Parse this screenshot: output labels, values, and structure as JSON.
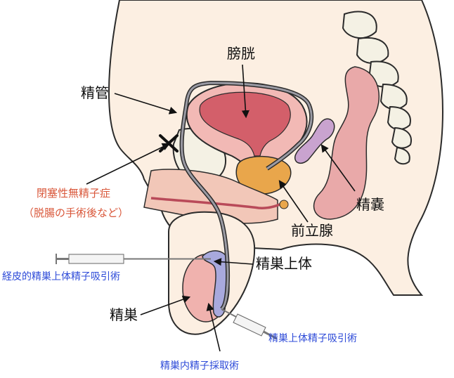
{
  "labels": {
    "bladder": "膀胱",
    "vas_deferens": "精管",
    "seminal_vesicle": "精嚢",
    "prostate": "前立腺",
    "epididymis": "精巣上体",
    "testis": "精巣",
    "obstruction_title": "閉塞性無精子症",
    "obstruction_causes": "（脱腸の手術後など）",
    "pesa": "経皮的精巣上体精子吸引術",
    "mesa": "精巣上体精子吸引術",
    "tese": "精巣内精子採取術"
  },
  "colors": {
    "skin": "#fcefe2",
    "outline": "#2b2b2b",
    "bladder_wall": "#f2b9b5",
    "bladder_lumen": "#d35f6a",
    "seminal_vesicle": "#c9a3cf",
    "prostate": "#e9a64b",
    "rectum": "#e9a9a9",
    "bone": "#f4f1e4",
    "testis": "#f0b2ae",
    "epididymis": "#a8a9dd",
    "vas_deferens": "#9a9aa3",
    "urethra": "#b94a59",
    "label_text": "#111111",
    "cause_text": "#d9573a",
    "procedure_text": "#2e4bd8"
  },
  "icons": [
    "obstruction-x-icon",
    "syringe-icon"
  ]
}
